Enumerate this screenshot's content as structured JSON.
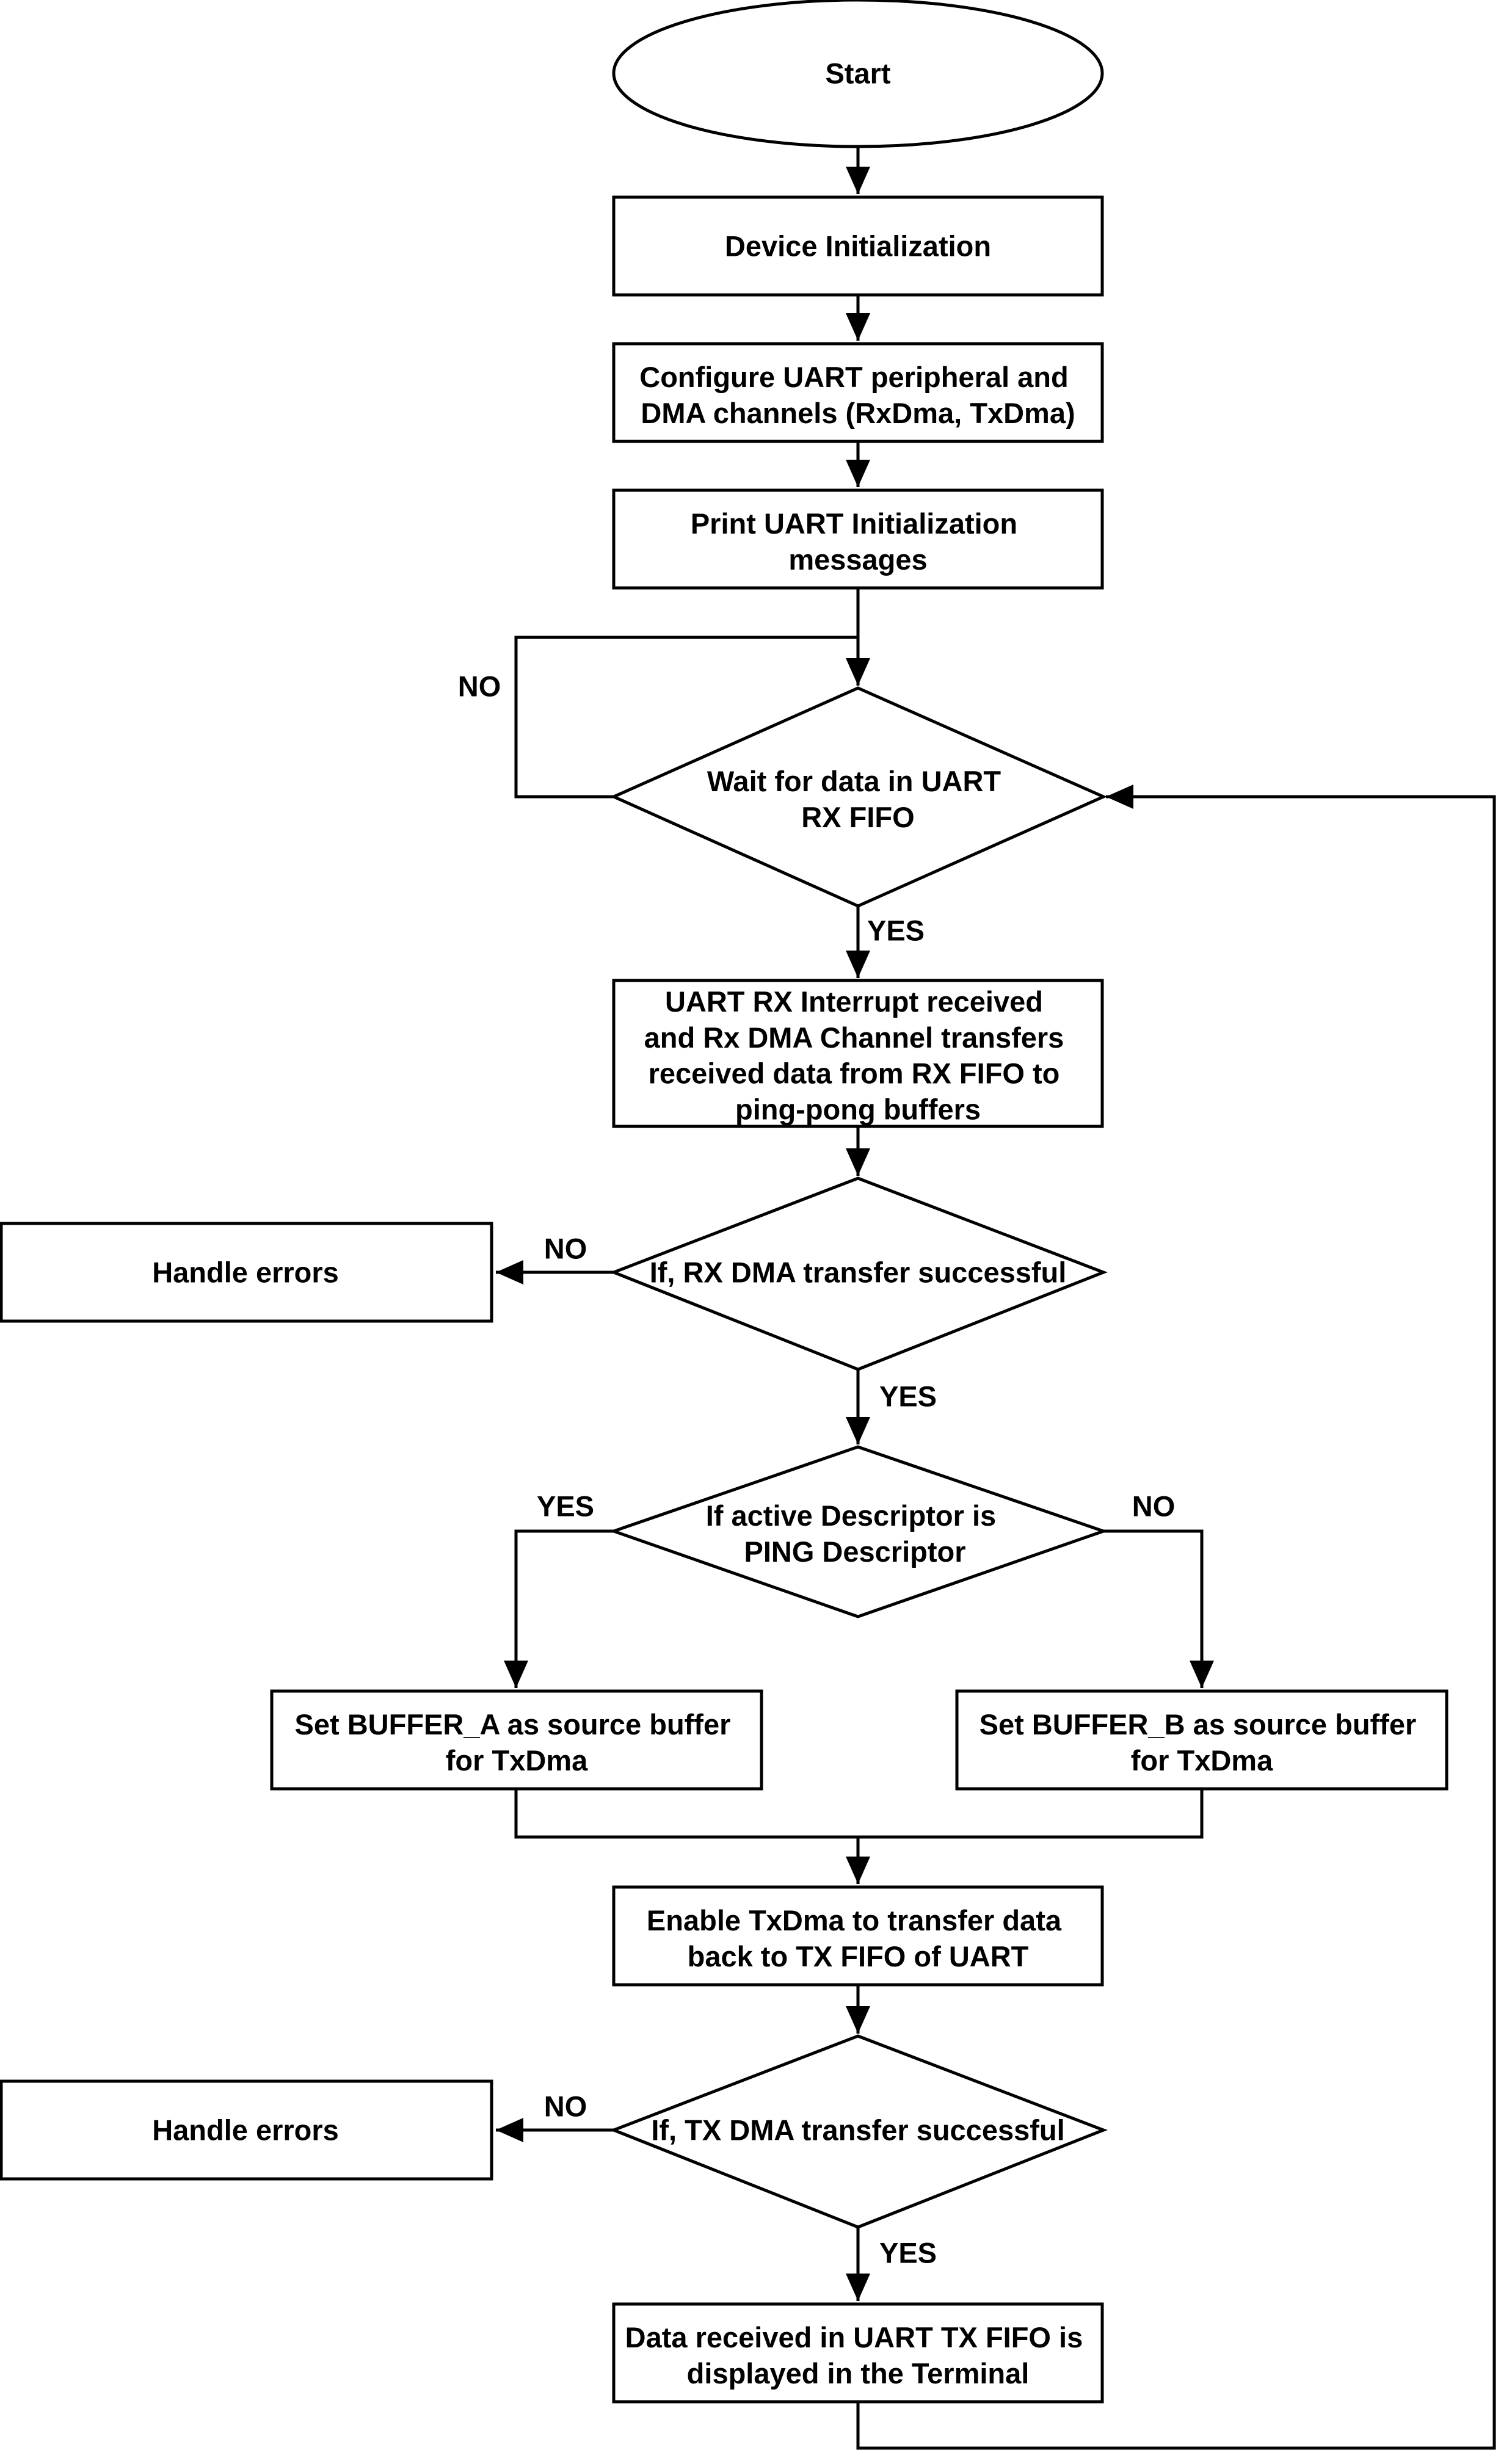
{
  "nodes": {
    "start": "Start",
    "device_init": "Device Initialization",
    "configure": [
      "Configure UART peripheral and",
      "DMA channels (RxDma, TxDma)"
    ],
    "print_msgs": [
      "Print UART Initialization",
      "messages"
    ],
    "wait_data": [
      "Wait for data in UART",
      "RX FIFO"
    ],
    "rx_interrupt": [
      "UART RX Interrupt received",
      "and Rx DMA Channel transfers",
      "received data from RX FIFO to",
      "ping-pong buffers"
    ],
    "rx_check": "If, RX DMA transfer successful",
    "handle_errors_rx": "Handle errors",
    "descriptor_check": [
      "If active Descriptor is",
      "PING Descriptor"
    ],
    "set_buffer_a": [
      "Set BUFFER_A as source buffer",
      "for TxDma"
    ],
    "set_buffer_b": [
      "Set BUFFER_B as source buffer",
      "for TxDma"
    ],
    "enable_txdma": [
      "Enable TxDma to transfer data",
      "back to TX FIFO of UART"
    ],
    "tx_check": "If, TX DMA transfer successful",
    "handle_errors_tx": "Handle errors",
    "displayed": [
      "Data received in UART TX FIFO is",
      "displayed in the Terminal"
    ]
  },
  "edge_labels": {
    "wait_no": "NO",
    "wait_yes": "YES",
    "rx_no": "NO",
    "rx_yes": "YES",
    "desc_yes": "YES",
    "desc_no": "NO",
    "tx_no": "NO",
    "tx_yes": "YES"
  }
}
